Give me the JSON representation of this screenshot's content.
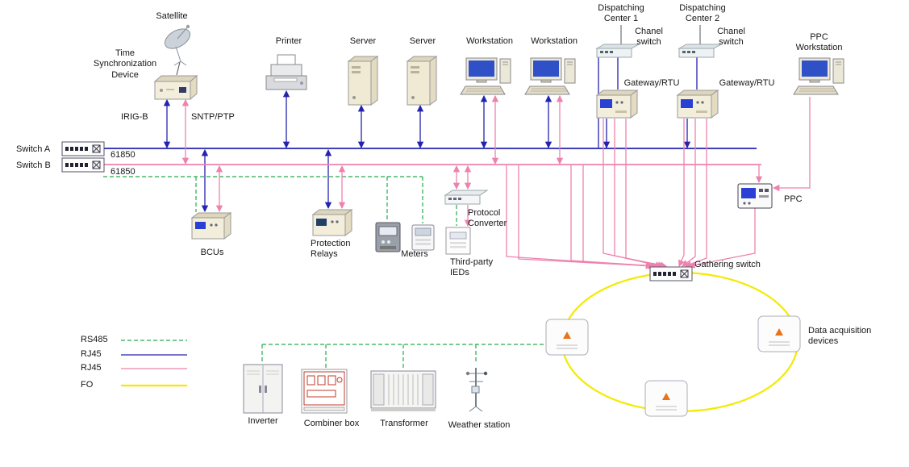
{
  "diagram": {
    "labels": {
      "satellite": "Satellite",
      "time_sync": "Time Synchronization Device",
      "printer": "Printer",
      "server_1": "Server",
      "server_2": "Server",
      "workstation_1": "Workstation",
      "workstation_2": "Workstation",
      "dispatching_center_1": "Dispatching Center 1",
      "chanel_switch_1": "Chanel switch",
      "dispatching_center_2": "Dispatching Center 2",
      "chanel_switch_2": "Chanel switch",
      "ppc_workstation": "PPC Workstation",
      "gateway_rtu_1": "Gateway/RTU",
      "gateway_rtu_2": "Gateway/RTU",
      "switch_a": "Switch A",
      "switch_b": "Switch B",
      "iec61850_a": "61850",
      "iec61850_b": "61850",
      "irig_b": "IRIG-B",
      "sntp_ptp": "SNTP/PTP",
      "bcus": "BCUs",
      "protection_relays": "Protection Relays",
      "meters": "Meters",
      "protocol_converter": "Protocol Converter",
      "third_party_ieds": "Third-party IEDs",
      "ppc": "PPC",
      "gathering_switch": "Gathering switch",
      "data_acquisition": "Data acquisition devices",
      "inverter": "Inverter",
      "combiner_box": "Combiner box",
      "transformer": "Transformer",
      "weather_station": "Weather station"
    },
    "legend": [
      {
        "label": "RS485",
        "style": "dashed",
        "color": "#25ab4e"
      },
      {
        "label": "RJ45",
        "style": "solid",
        "color": "#2323af"
      },
      {
        "label": "RJ45",
        "style": "solid",
        "color": "#ee82ae"
      },
      {
        "label": "FO",
        "style": "solid",
        "color": "#f4ea00"
      }
    ],
    "colors": {
      "rs485_green": "#25ab4e",
      "rj45_blue": "#2323af",
      "rj45_pink": "#ee82ae",
      "fo_yellow": "#f4ea00"
    },
    "icons": [
      "satellite-icon",
      "time-sync-device-icon",
      "printer-icon",
      "server-icon",
      "workstation-icon",
      "channel-switch-icon",
      "gateway-rtu-icon",
      "ppc-workstation-icon",
      "switch-a-icon",
      "switch-b-icon",
      "bcu-icon",
      "protection-relay-icon",
      "meter-icon",
      "protocol-converter-icon",
      "third-party-ied-icon",
      "ppc-icon",
      "gathering-switch-icon",
      "inverter-icon",
      "combiner-box-icon",
      "transformer-icon",
      "weather-station-icon",
      "data-acquisition-device-icon"
    ]
  }
}
